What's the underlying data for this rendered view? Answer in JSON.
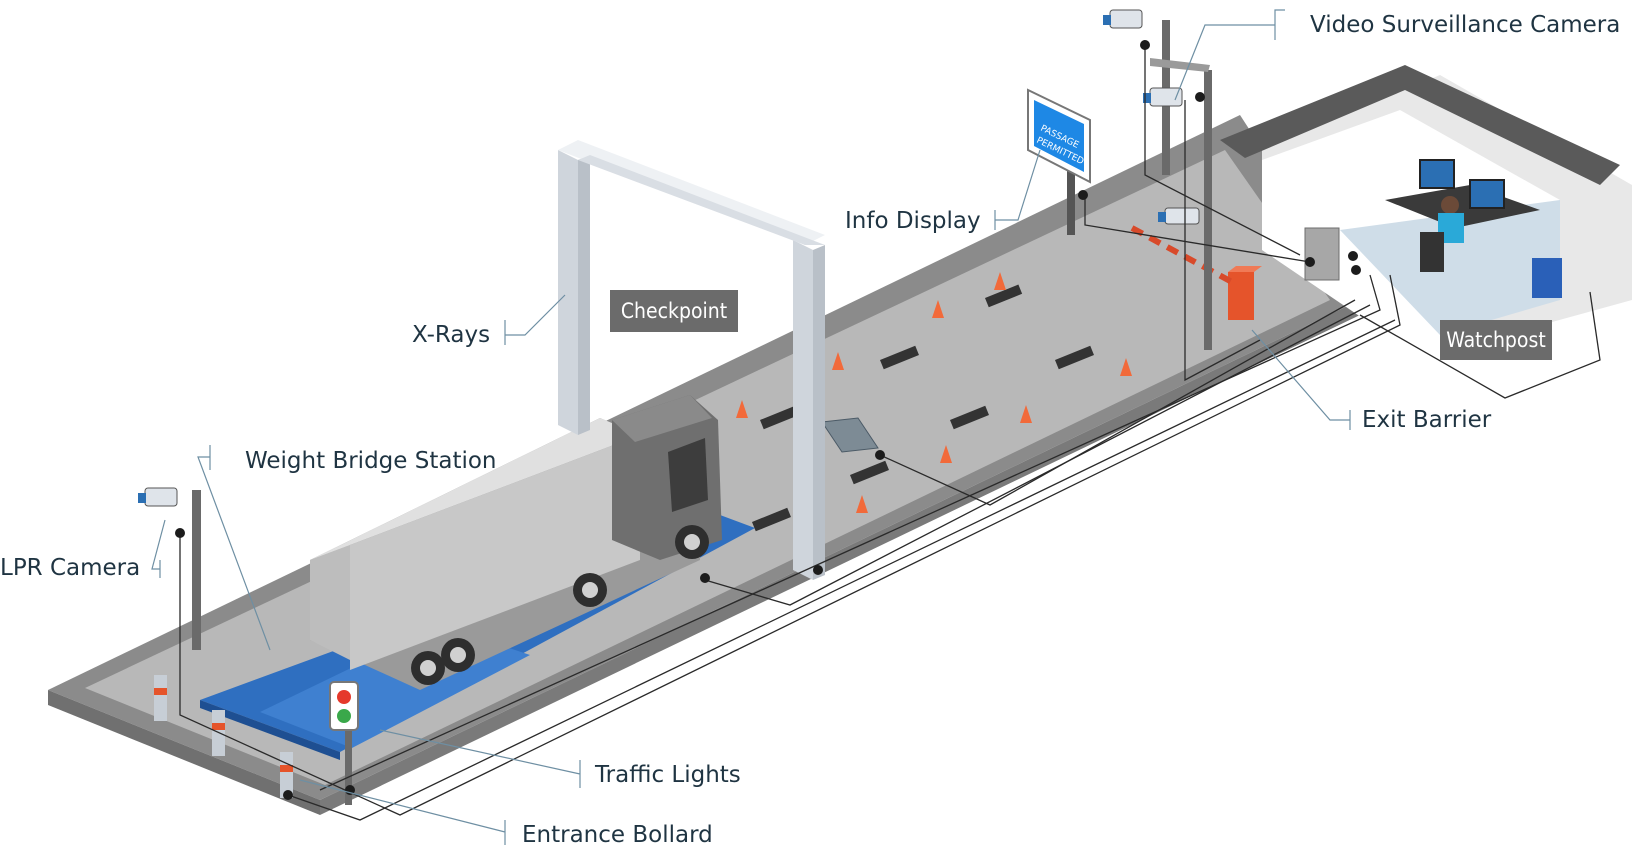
{
  "labels": {
    "video_surveillance_camera": "Video Surveillance Camera",
    "info_display": "Info Display",
    "x_rays": "X-Rays",
    "checkpoint": "Checkpoint",
    "watchpost": "Watchpost",
    "exit_barrier": "Exit Barrier",
    "weight_bridge_station": "Weight Bridge Station",
    "lpr_camera": "LPR Camera",
    "traffic_lights": "Traffic Lights",
    "entrance_bollard": "Entrance Bollard"
  },
  "display_text": {
    "line1": "PASSAGE",
    "line2": "PERMITTED"
  },
  "colors": {
    "ground": "#8a8a8a",
    "road": "#b9b9b9",
    "weighbridge": "#2f6fc0",
    "gantry": "#dfe4ea",
    "truck_body": "#c9c9c9",
    "cabin": "#6f6f6f",
    "barrier": "#e5542b",
    "display": "#1e88e5",
    "tag_bg": "#6b6b6b",
    "label": "#1f3442",
    "callout": "#6e8fa3"
  },
  "icons": [
    "cctv-camera-icon",
    "traffic-cone-icon",
    "speed-bump-icon",
    "traffic-light-icon",
    "bollard-icon"
  ]
}
